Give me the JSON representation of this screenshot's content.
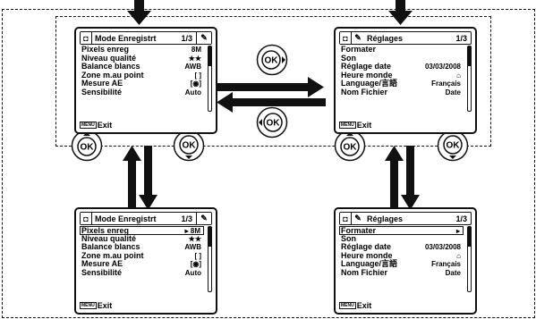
{
  "screens": {
    "rec_top": {
      "tab_title": "Mode Enregistrt",
      "page": "1/3",
      "rows": [
        {
          "label": "Pixels enreg",
          "value": "8M"
        },
        {
          "label": "Niveau qualité",
          "value": "★★"
        },
        {
          "label": "Balance blancs",
          "value": "AWB"
        },
        {
          "label": "Zone m.au point",
          "value": "[ ]"
        },
        {
          "label": "Mesure AE",
          "value": "[◉]"
        },
        {
          "label": "Sensibilité",
          "value": "Auto"
        }
      ],
      "exit_badge": "MENU",
      "exit_label": "Exit"
    },
    "set_top": {
      "tab_title": "Réglages",
      "page": "1/3",
      "rows": [
        {
          "label": "Formater",
          "value": ""
        },
        {
          "label": "Son",
          "value": ""
        },
        {
          "label": "Réglage date",
          "value": "03/03/2008"
        },
        {
          "label": "Heure monde",
          "value": "⌂"
        },
        {
          "label": "Language/言語",
          "value": "Français"
        },
        {
          "label": "Nom Fichier",
          "value": "Date"
        }
      ],
      "exit_badge": "MENU",
      "exit_label": "Exit"
    },
    "rec_bottom": {
      "tab_title": "Mode Enregistrt",
      "page": "1/3",
      "rows": [
        {
          "label": "Pixels enreg",
          "value": "▸ 8M"
        },
        {
          "label": "Niveau qualité",
          "value": "★★"
        },
        {
          "label": "Balance blancs",
          "value": "AWB"
        },
        {
          "label": "Zone m.au point",
          "value": "[ ]"
        },
        {
          "label": "Mesure AE",
          "value": "[◉]"
        },
        {
          "label": "Sensibilité",
          "value": "Auto"
        }
      ],
      "exit_badge": "MENU",
      "exit_label": "Exit"
    },
    "set_bottom": {
      "tab_title": "Réglages",
      "page": "1/3",
      "rows": [
        {
          "label": "Formater",
          "value": "▸"
        },
        {
          "label": "Son",
          "value": ""
        },
        {
          "label": "Réglage date",
          "value": "03/03/2008"
        },
        {
          "label": "Heure monde",
          "value": "⌂"
        },
        {
          "label": "Language/言語",
          "value": "Français"
        },
        {
          "label": "Nom Fichier",
          "value": "Date"
        }
      ],
      "exit_badge": "MENU",
      "exit_label": "Exit"
    }
  },
  "ok_label": "OK",
  "icons": {
    "camera": "camera-icon",
    "wrench": "wrench-icon"
  }
}
